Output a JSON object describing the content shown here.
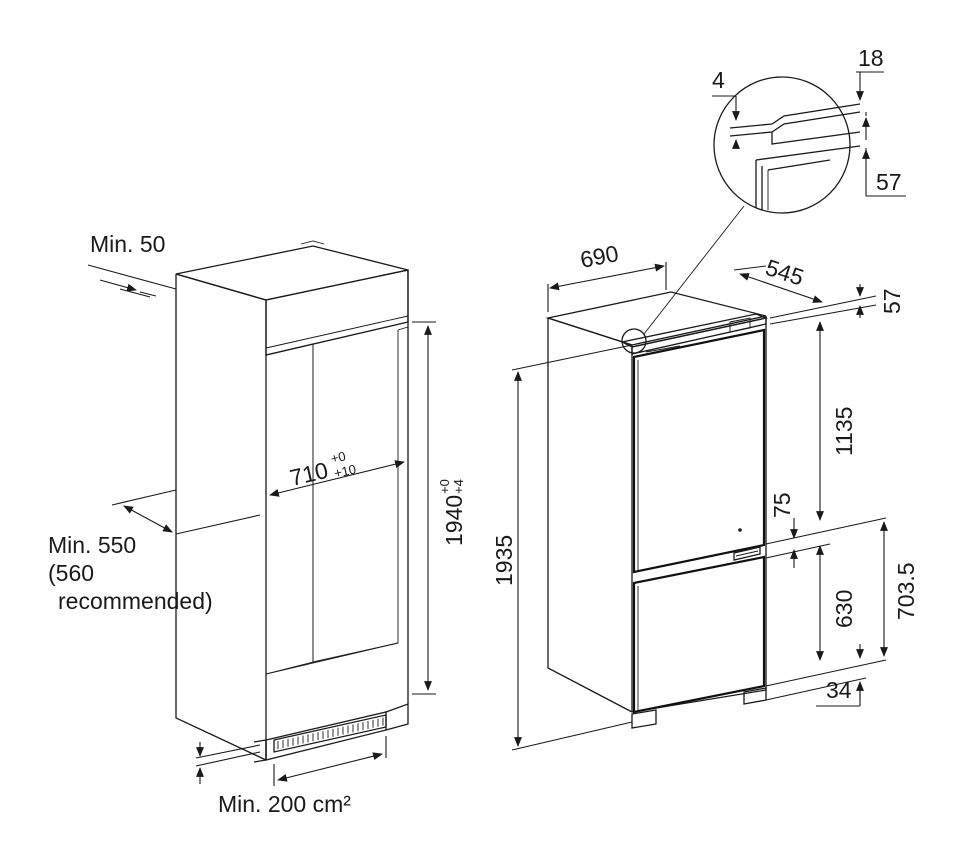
{
  "niche": {
    "min_top_clearance": "Min. 50",
    "depth_min": "Min. 550",
    "depth_recommended_line1": "(560",
    "depth_recommended_line2": "recommended)",
    "width": "710",
    "width_tol_upper": "+0",
    "width_tol_lower": "+10",
    "height": "1940",
    "height_tol_upper": "+0",
    "height_tol_lower": "+4",
    "vent_area": "Min. 200 cm²"
  },
  "appliance": {
    "depth": "545",
    "width": "690",
    "top_panel_height": "57",
    "upper_door_height": "1135",
    "door_gap": "75",
    "lower_door_height": "630",
    "lower_section_height": "703.5",
    "foot_height": "34",
    "total_height": "1935"
  },
  "detail": {
    "gap": "4",
    "thickness": "18",
    "panel_height": "57"
  }
}
